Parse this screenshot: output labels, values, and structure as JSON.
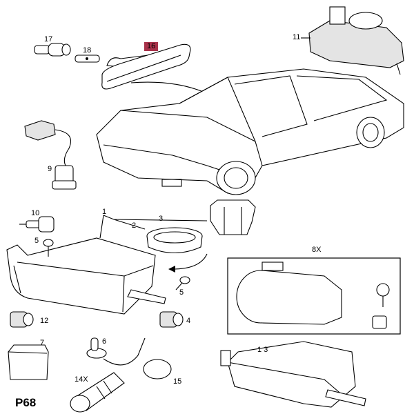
{
  "diagram": {
    "code": "P68",
    "highlight_color": "#a8324a",
    "callouts": {
      "p17": "17",
      "p18": "18",
      "p16": "16",
      "p11": "11",
      "p9": "9",
      "p10": "10",
      "p1": "1",
      "p3": "3",
      "p2": "2",
      "p5a": "5",
      "p5b": "5",
      "p8x": "8X",
      "p12": "12",
      "p4": "4",
      "p7": "7",
      "p6": "6",
      "p14x": "14X",
      "p15": "15",
      "p13": "1 3"
    }
  }
}
